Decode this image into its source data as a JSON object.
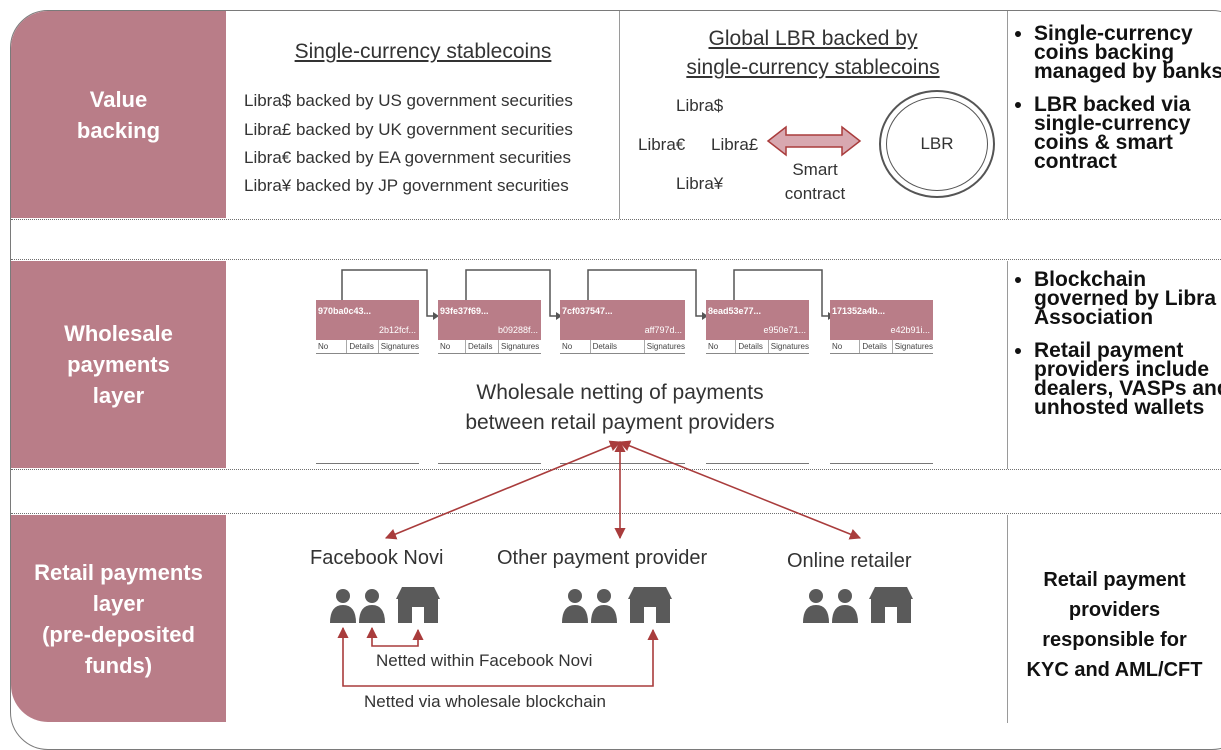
{
  "rows": {
    "value_backing": {
      "label_lines": [
        "Value",
        "backing"
      ],
      "single_currency": {
        "title": "Single-currency stablecoins",
        "items": [
          "Libra$ backed by US government securities",
          "Libra£ backed by UK government securities",
          "Libra€ backed by EA government securities",
          "Libra¥ backed by JP government securities"
        ]
      },
      "global": {
        "title_lines": [
          "Global LBR backed by",
          "single-currency stablecoins"
        ],
        "coins": [
          "Libra$",
          "Libra€",
          "Libra£",
          "Libra¥"
        ],
        "smart_contract_lines": [
          "Smart",
          "contract"
        ],
        "lbr": "LBR"
      },
      "bullets": [
        "Single-currency coins backing managed by banks",
        "LBR backed via single-currency coins & smart contract"
      ]
    },
    "wholesale": {
      "label_lines": [
        "Wholesale",
        "payments",
        "layer"
      ],
      "blocks": [
        {
          "hash": "970ba0c43...",
          "prev": "2b12fcf..."
        },
        {
          "hash": "93fe37f69...",
          "prev": "b09288f..."
        },
        {
          "hash": "7cf037547...",
          "prev": "aff797d..."
        },
        {
          "hash": "8ead53e77...",
          "prev": "e950e71..."
        },
        {
          "hash": "171352a4b...",
          "prev": "e42b91i..."
        }
      ],
      "block_columns": [
        "No",
        "Details",
        "Signatures"
      ],
      "caption_lines": [
        "Wholesale netting of payments",
        "between retail payment providers"
      ],
      "bullets": [
        "Blockchain governed by Libra Association",
        "Retail payment providers include dealers, VASPs and unhosted wallets"
      ]
    },
    "retail": {
      "label_lines": [
        "Retail payments",
        "layer",
        "(pre-deposited",
        "funds)"
      ],
      "providers": [
        "Facebook Novi",
        "Other payment provider",
        "Online retailer"
      ],
      "netted_within": "Netted within Facebook Novi",
      "netted_via": "Netted via wholesale blockchain",
      "right_text_lines": [
        "Retail payment",
        "providers",
        "responsible for",
        "KYC and AML/CFT"
      ]
    }
  },
  "colors": {
    "accent": "#b97d88",
    "arrow": "#a93c3c",
    "icon": "#5a5a5a"
  }
}
